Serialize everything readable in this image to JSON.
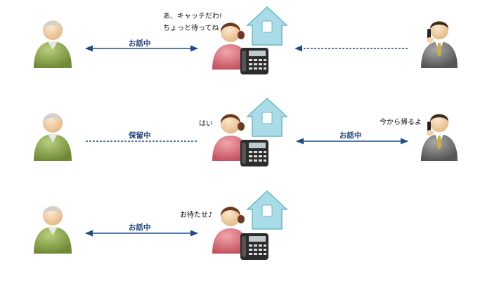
{
  "colors": {
    "line": "#1f4c86",
    "house_fill": "#a9dce6",
    "house_stroke": "#6bb9c9",
    "grandpa_body": "#8aa84d",
    "grandpa_head": "#d7d7d7",
    "mother_body": "#d86a74",
    "mother_hair": "#6a3a22",
    "man_body": "#6f6f6f",
    "skin": "#f4d3a8",
    "phone_body": "#2c2c2c"
  },
  "rows": [
    {
      "left_label": "お話中",
      "left_line": "solid-double-arrow",
      "speech": [
        "あ、キャッチだわ!",
        "ちょっと待ってね"
      ],
      "right_label": "",
      "right_line": "dashed-arrow-left",
      "man_on_phone": true
    },
    {
      "left_label": "保留中",
      "left_line": "dashed",
      "speech": [
        "はい"
      ],
      "right_label": "お話中",
      "right_line": "solid-double-arrow",
      "man_speech": "今から帰るよ",
      "man_on_phone": true
    },
    {
      "left_label": "お話中",
      "left_line": "solid-double-arrow",
      "speech": [
        "お待たせ♪"
      ],
      "right_label": "",
      "right_line": "none",
      "man_on_phone": false
    }
  ]
}
